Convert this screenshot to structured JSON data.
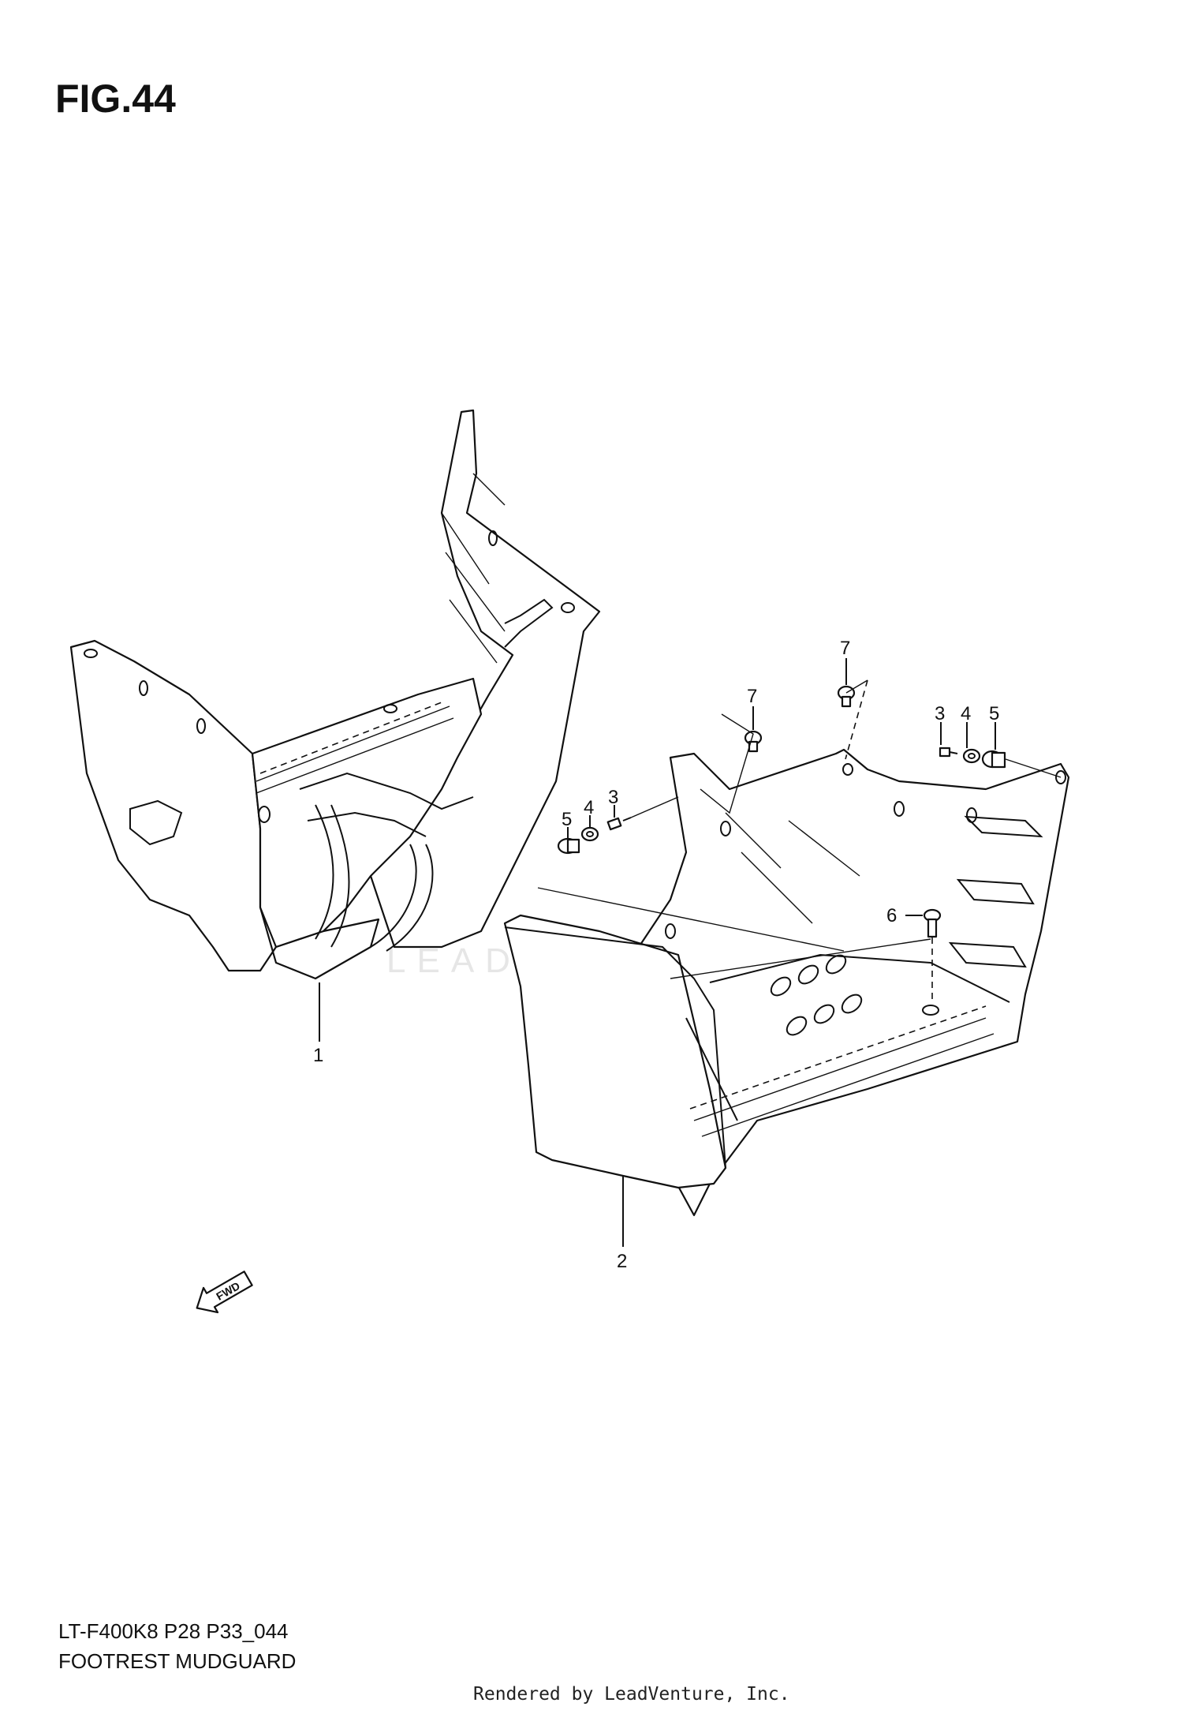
{
  "figure": {
    "title": "FIG.44",
    "model_code": "LT-F400K8 P28 P33_044",
    "name": "FOOTREST MUDGUARD",
    "render_credit": "Rendered by LeadVenture, Inc.",
    "watermark": "LEADVENTURE",
    "fwd_label": "FWD"
  },
  "callouts": [
    {
      "id": "1",
      "label": "1"
    },
    {
      "id": "2",
      "label": "2"
    },
    {
      "id": "3a",
      "label": "3"
    },
    {
      "id": "4a",
      "label": "4"
    },
    {
      "id": "5a",
      "label": "5"
    },
    {
      "id": "3b",
      "label": "3"
    },
    {
      "id": "4b",
      "label": "4"
    },
    {
      "id": "5b",
      "label": "5"
    },
    {
      "id": "6",
      "label": "6"
    },
    {
      "id": "7a",
      "label": "7"
    },
    {
      "id": "7b",
      "label": "7"
    }
  ]
}
